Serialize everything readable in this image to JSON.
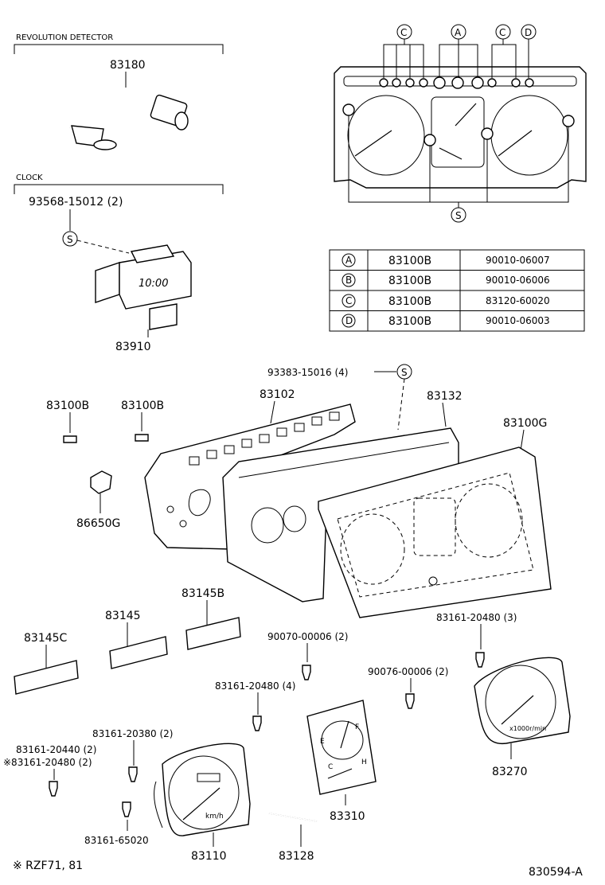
{
  "sections": {
    "revolution_detector": "REVOLUTION DETECTOR",
    "clock": "CLOCK"
  },
  "parts": {
    "p83180": "83180",
    "p93568": "93568-15012 (2)",
    "p83910": "83910",
    "p93383": "93383-15016 (4)",
    "p83102": "83102",
    "p83132": "83132",
    "p83100g": "83100G",
    "p83100b_left": "83100B",
    "p83100b_right": "83100B",
    "p86650g": "86650G",
    "p83145b": "83145B",
    "p83145": "83145",
    "p83145c": "83145C",
    "p90070": "90070-00006 (2)",
    "p83161_20480_3": "83161-20480 (3)",
    "p90076": "90076-00006 (2)",
    "p83161_20480_4": "83161-20480 (4)",
    "p83161_20380": "83161-20380 (2)",
    "p83161_20440": "83161-20440 (2)",
    "p83161_20480_x": "※83161-20480 (2)",
    "p83161_65020": "83161-65020",
    "p83110": "83110",
    "p83128": "83128",
    "p83310": "83310",
    "p83270": "83270"
  },
  "callouts": {
    "a": "A",
    "b": "B",
    "c": "C",
    "d": "D",
    "s": "S"
  },
  "legend_table": [
    {
      "key": "A",
      "part": "83100B",
      "number": "90010-06007"
    },
    {
      "key": "B",
      "part": "83100B",
      "number": "90010-06006"
    },
    {
      "key": "C",
      "part": "83100B",
      "number": "83120-60020"
    },
    {
      "key": "D",
      "part": "83100B",
      "number": "90010-06003"
    }
  ],
  "gauge_text": {
    "clock_display": "10:00",
    "speedo_unit": "km/h",
    "tacho_unit": "x1000r/min",
    "fuel_e": "E",
    "fuel_f": "F",
    "temp_c": "C",
    "temp_h": "H"
  },
  "footnote": "※ RZF71, 81",
  "diagram_code": "830594-A"
}
